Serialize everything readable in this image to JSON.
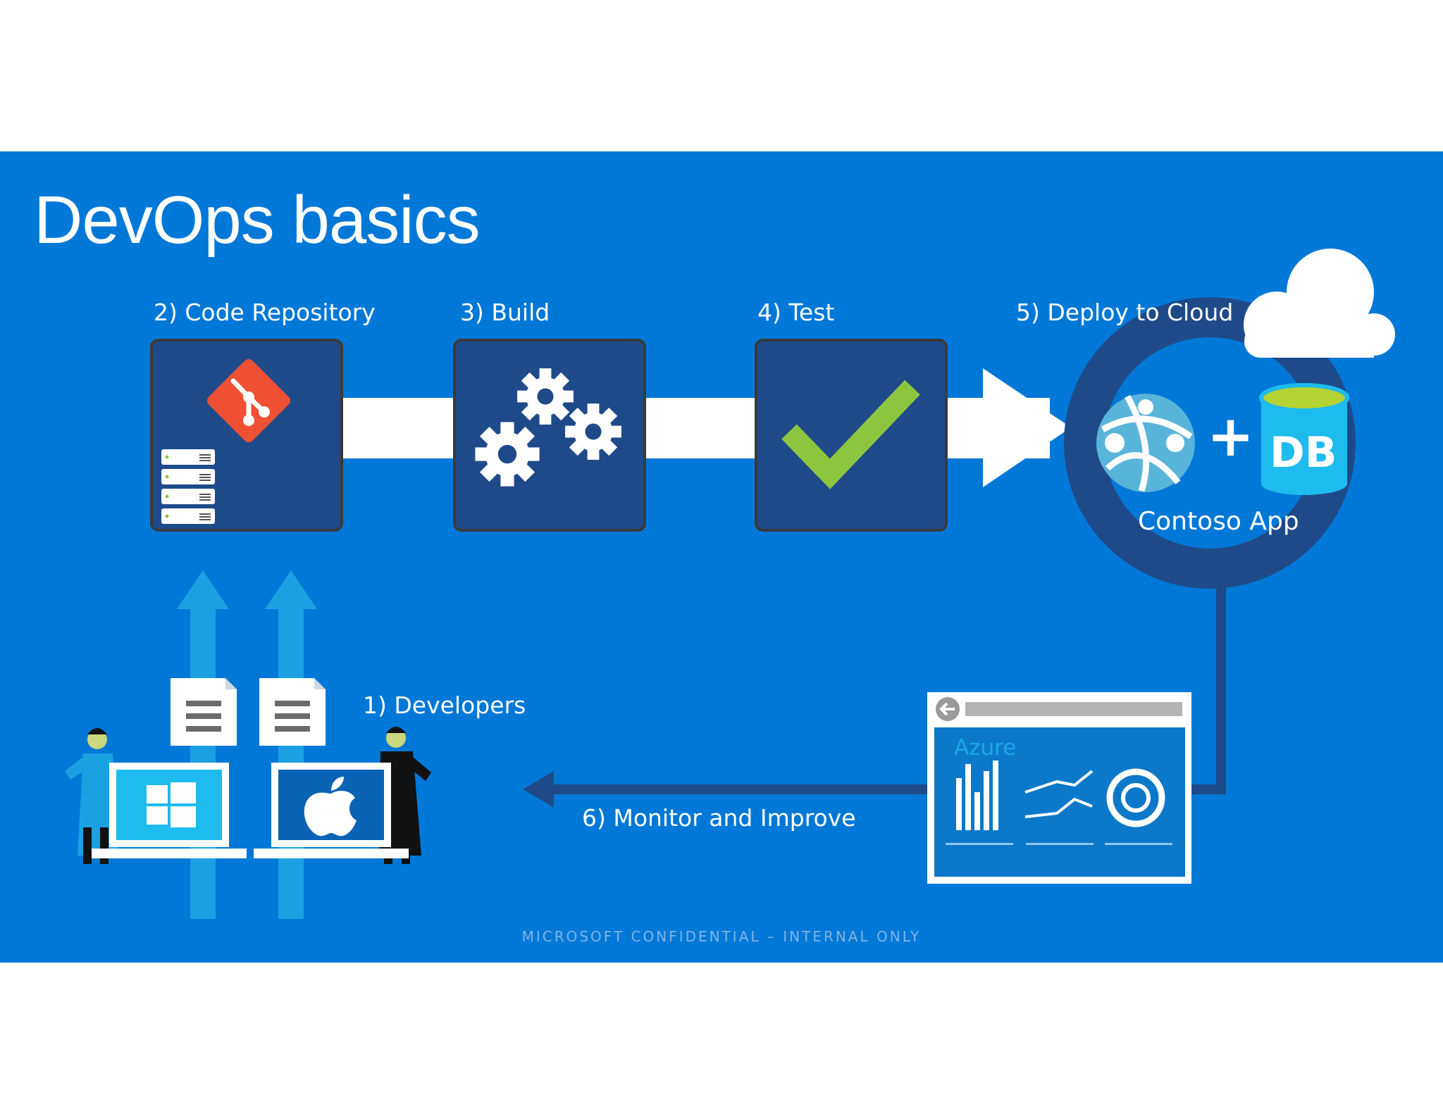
{
  "slide": {
    "title": "DevOps basics",
    "footer": "MICROSOFT CONFIDENTIAL – INTERNAL ONLY"
  },
  "steps": {
    "developers": "1) Developers",
    "code_repository": "2) Code Repository",
    "build": "3) Build",
    "test": "4) Test",
    "deploy": "5) Deploy to Cloud",
    "monitor": "6) Monitor and Improve"
  },
  "cloud": {
    "app_name": "Contoso App",
    "db_label": "DB",
    "plus": "+"
  },
  "dashboard": {
    "label": "Azure"
  },
  "colors": {
    "background": "#0078d7",
    "tile": "#1f4a8a",
    "git": "#f05033",
    "check": "#8cc63f",
    "db": "#1ebbee",
    "db_top": "#b5d334"
  },
  "icons": [
    "git-icon",
    "server-stack-icon",
    "gears-icon",
    "checkmark-icon",
    "cloud-icon",
    "app-service-icon",
    "database-icon",
    "document-icon",
    "windows-logo-icon",
    "apple-logo-icon",
    "developer-figure-icon",
    "dashboard-icon",
    "back-arrow-icon"
  ]
}
